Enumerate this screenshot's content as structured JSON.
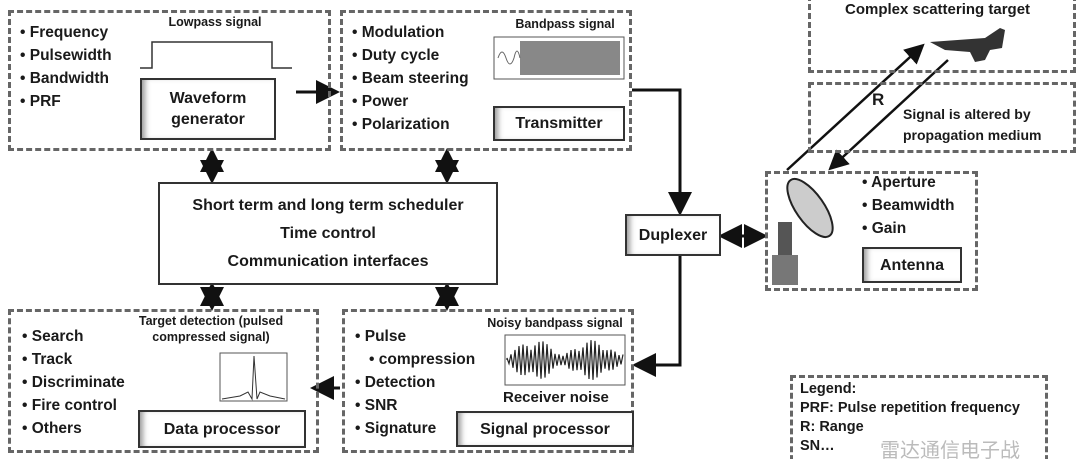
{
  "waveform": {
    "items": [
      "Frequency",
      "Pulsewidth",
      "Bandwidth",
      "PRF"
    ],
    "plot_label": "Lowpass signal",
    "block": "Waveform generator"
  },
  "transmitter": {
    "items": [
      "Modulation",
      "Duty cycle",
      "Beam steering",
      "Power",
      "Polarization"
    ],
    "plot_label": "Bandpass signal",
    "block": "Transmitter"
  },
  "scheduler": {
    "lines": [
      "Short term and long term scheduler",
      "Time control",
      "Communication interfaces"
    ]
  },
  "duplexer": {
    "block": "Duplexer"
  },
  "antenna": {
    "items": [
      "Aperture",
      "Beamwidth",
      "Gain"
    ],
    "block": "Antenna"
  },
  "target": {
    "label": "Complex scattering target",
    "range_label": "R"
  },
  "medium": {
    "label": "Signal is altered by propagation medium"
  },
  "data_processor": {
    "items": [
      "Search",
      "Track",
      "Discriminate",
      "Fire control",
      "Others"
    ],
    "plot_label": "Target detection (pulsed compressed signal)",
    "block": "Data processor"
  },
  "signal_processor": {
    "items": [
      "Pulse compression",
      "Detection",
      "SNR",
      "Signature"
    ],
    "plot_label": "Noisy bandpass signal",
    "noise_label": "Receiver noise",
    "block": "Signal processor"
  },
  "legend": {
    "title": "Legend:",
    "entries": [
      "PRF: Pulse repetition frequency",
      "R: Range",
      "SN…"
    ]
  },
  "watermark": "雷达通信电子战"
}
